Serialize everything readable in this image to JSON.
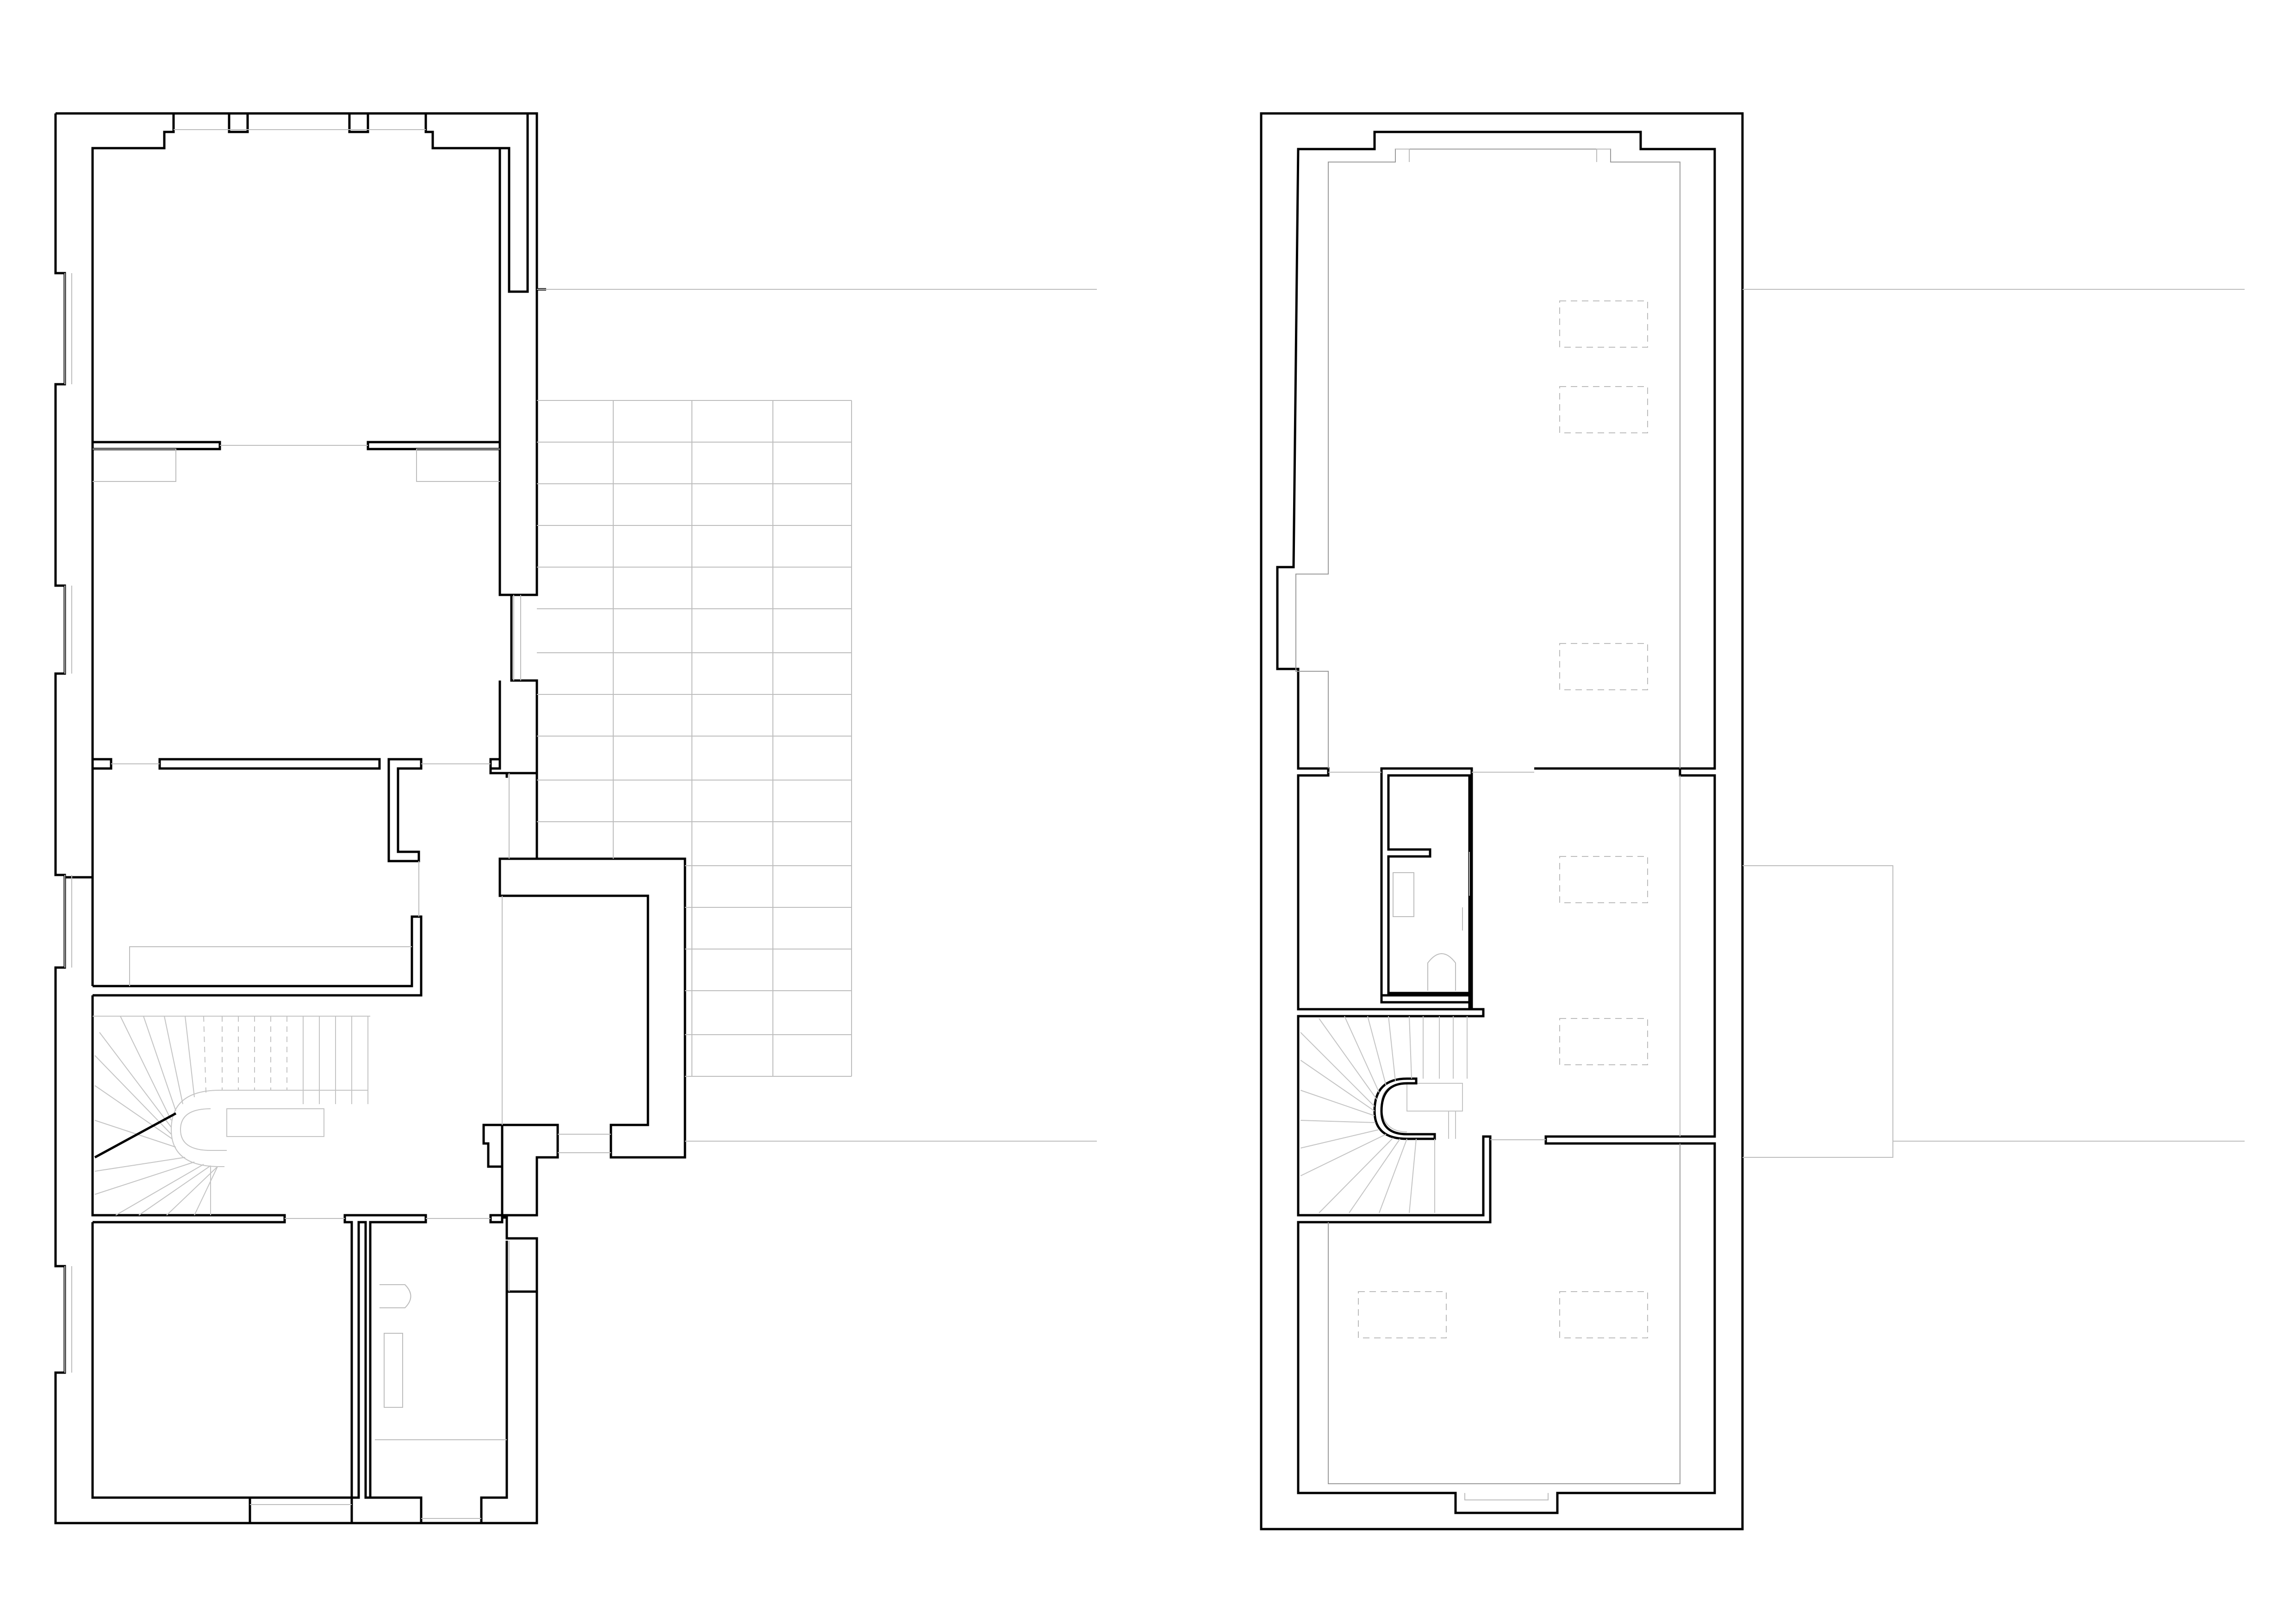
{
  "drawing": {
    "plans": [
      {
        "id": "ground-floor",
        "rooms": [
          "room-north",
          "room-middle",
          "room-west",
          "stair-hall",
          "room-south",
          "bathroom",
          "entrance"
        ]
      },
      {
        "id": "attic-floor",
        "rooms": [
          "attic-north",
          "attic-bathroom",
          "attic-hall",
          "attic-stair",
          "attic-south"
        ]
      }
    ],
    "colors": {
      "wall": "#000000",
      "hidden-line": "#bdbdbd",
      "background": "#ffffff"
    }
  }
}
